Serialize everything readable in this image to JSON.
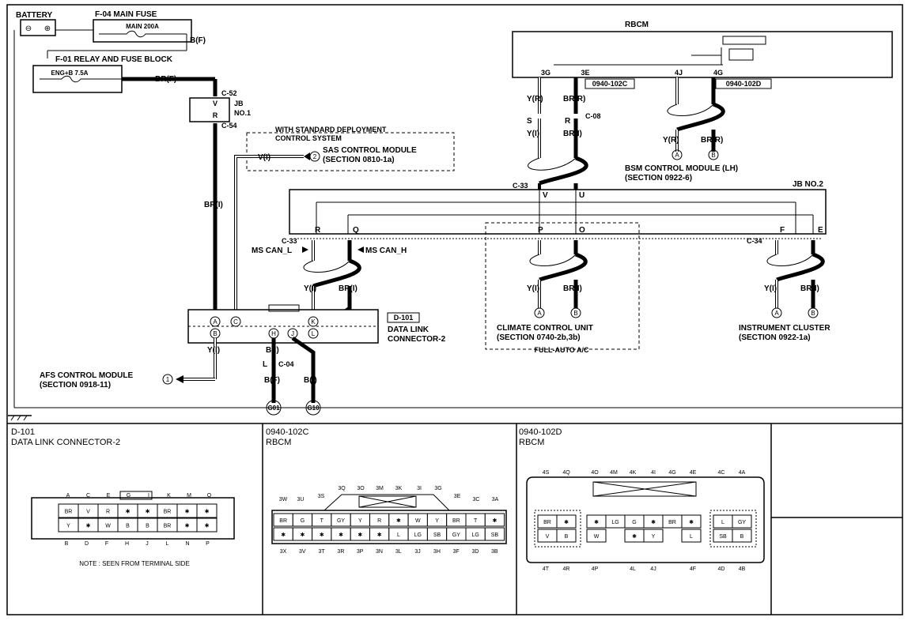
{
  "battery": {
    "label": "BATTERY",
    "minus": "⊖",
    "plus": "⊕"
  },
  "main_fuse": {
    "title": "F-04  MAIN FUSE",
    "rating": "MAIN 200A",
    "wire": "B(F)"
  },
  "relay_block": {
    "title": "F-01  RELAY AND FUSE BLOCK",
    "fuse": "ENG+B 7.5A",
    "wire": "BR(F)"
  },
  "jb1": {
    "label": "JB",
    "label2": "NO.1",
    "top_conn": "C-52",
    "bottom_conn": "C-54",
    "pin_top": "V",
    "pin_bottom": "R",
    "wire_out": "BR(I)"
  },
  "sas": {
    "option_line1": "WITH STANDARD DEPLOYMENT",
    "option_line2": "CONTROL SYSTEM",
    "wire": "V(I)",
    "pin": "2",
    "title": "SAS CONTROL MODULE",
    "section": "(SECTION 0810-1a)"
  },
  "rbcm": {
    "title": "RBCM",
    "pins": [
      "3G",
      "3E",
      "4J",
      "4G"
    ],
    "conn_c": "0940-102C",
    "conn_d": "0940-102D",
    "wire_3g": "Y(R)",
    "wire_3e": "BR(R)",
    "wire_4j": "Y(R)",
    "wire_4g": "BR(R)",
    "c08": "C-08",
    "c08_s": "S",
    "c08_r": "R",
    "wire_yi": "Y(I)",
    "wire_bri": "BR(I)"
  },
  "bsm": {
    "pin_a": "A",
    "pin_b": "B",
    "title": "BSM CONTROL MODULE (LH)",
    "section": "(SECTION 0922-6)"
  },
  "jb2": {
    "label": "JB NO.2",
    "c33": "C-33",
    "c34": "C-34",
    "pin_v": "V",
    "pin_u": "U",
    "pin_r": "R",
    "pin_q": "Q",
    "pin_p": "P",
    "pin_o": "O",
    "pin_f": "F",
    "pin_e": "E",
    "ms_can_l": "MS CAN_L",
    "ms_can_h": "MS CAN_H"
  },
  "climate": {
    "wire_y": "Y(I)",
    "wire_br": "BR(I)",
    "pin_a": "A",
    "pin_b": "B",
    "title": "CLIMATE CONTROL UNIT",
    "section": "(SECTION 0740-2b,3b)",
    "option": "FULL-AUTO A/C"
  },
  "cluster": {
    "wire_y": "Y(I)",
    "wire_br": "BR(I)",
    "pin_a": "A",
    "pin_b": "B",
    "title": "INSTRUMENT CLUSTER",
    "section": "(SECTION 0922-1a)"
  },
  "dlc": {
    "conn": "D-101",
    "title1": "DATA LINK",
    "title2": "CONNECTOR-2",
    "pins": [
      "A",
      "C",
      "K",
      "B",
      "L",
      "H",
      "J"
    ],
    "wire_y": "Y(I)",
    "wire_br": "BR(I)",
    "wire_bi": "B(I)",
    "c04": "C-04",
    "c04_l": "L",
    "wire_bf": "B(F)",
    "gnd1": "G01",
    "gnd2": "G10"
  },
  "afs": {
    "pin": "1",
    "title": "AFS CONTROL MODULE",
    "section": "(SECTION 0918-11)"
  },
  "panel_d101": {
    "id": "D-101",
    "title": "DATA LINK CONNECTOR-2",
    "top_labels": [
      "A",
      "C",
      "E",
      "G",
      "I",
      "K",
      "M",
      "O"
    ],
    "bottom_labels": [
      "B",
      "D",
      "F",
      "H",
      "J",
      "L",
      "N",
      "P"
    ],
    "row1": [
      "BR",
      "V",
      "R",
      "✱",
      "✱",
      "BR",
      "✱",
      "✱"
    ],
    "row2": [
      "Y",
      "✱",
      "W",
      "B",
      "B",
      "BR",
      "✱",
      "✱"
    ],
    "note": "NOTE : SEEN FROM TERMINAL SIDE"
  },
  "panel_c": {
    "id": "0940-102C",
    "title": "RBCM",
    "top_labels": [
      "3W",
      "3U",
      "3S",
      "3Q",
      "3O",
      "3M",
      "3K",
      "3I",
      "3G",
      "3E",
      "3C",
      "3A"
    ],
    "bottom_labels": [
      "3X",
      "3V",
      "3T",
      "3R",
      "3P",
      "3N",
      "3L",
      "3J",
      "3H",
      "3F",
      "3D",
      "3B"
    ],
    "row1": [
      "BR",
      "G",
      "T",
      "GY",
      "Y",
      "R",
      "✱",
      "W",
      "Y",
      "BR",
      "T",
      "✱"
    ],
    "row2": [
      "✱",
      "✱",
      "✱",
      "✱",
      "✱",
      "✱",
      "L",
      "LG",
      "SB",
      "GY",
      "LG",
      "SB"
    ]
  },
  "panel_d": {
    "id": "0940-102D",
    "title": "RBCM",
    "top_labels": [
      "4S",
      "4Q",
      "4O",
      "4M",
      "4K",
      "4I",
      "4G",
      "4E",
      "4C",
      "4A"
    ],
    "bottom_labels": [
      "4T",
      "4R",
      "4P",
      "4L",
      "4J",
      "4F",
      "4D",
      "4B"
    ],
    "left_cells": [
      "BR",
      "✱",
      "V",
      "B"
    ],
    "mid_row1": [
      "✱",
      "LG",
      "G",
      "✱",
      "BR",
      "✱"
    ],
    "mid_row2": [
      "W",
      "✱",
      "Y",
      "L"
    ],
    "right_cells": [
      "L",
      "GY",
      "SB",
      "B"
    ]
  }
}
